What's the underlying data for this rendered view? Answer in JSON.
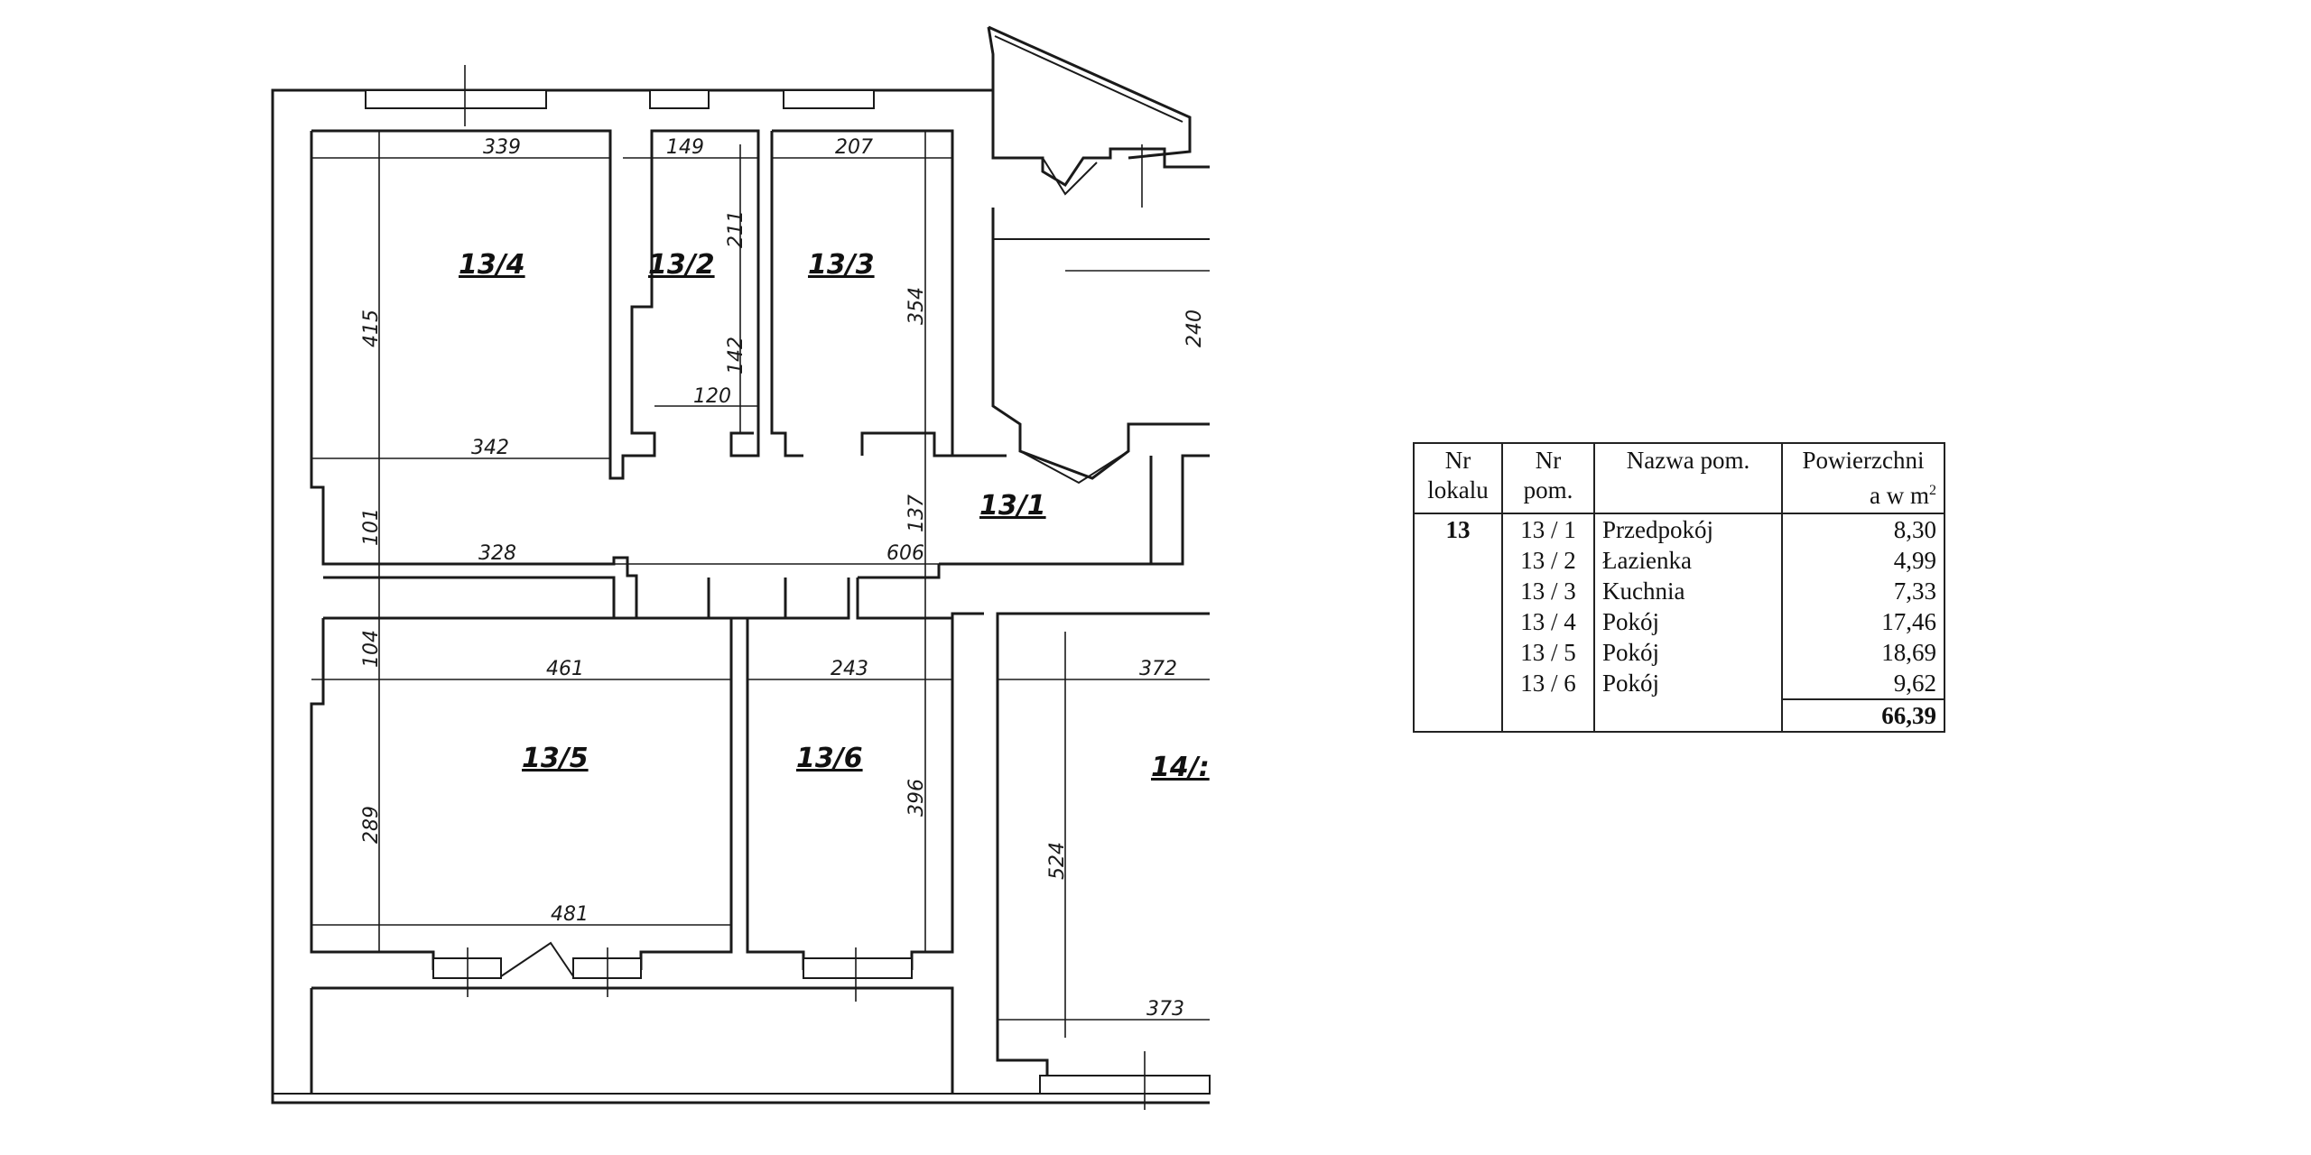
{
  "floor_plan": {
    "rooms": [
      {
        "id": "13/4",
        "label": "13/4"
      },
      {
        "id": "13/2",
        "label": "13/2"
      },
      {
        "id": "13/3",
        "label": "13/3"
      },
      {
        "id": "13/1",
        "label": "13/1"
      },
      {
        "id": "13/5",
        "label": "13/5"
      },
      {
        "id": "13/6",
        "label": "13/6"
      },
      {
        "id": "14",
        "label": "14/:"
      }
    ],
    "dimensions": [
      "339",
      "149",
      "207",
      "211",
      "415",
      "354",
      "142",
      "120",
      "240",
      "342",
      "137",
      "101",
      "328",
      "606",
      "104",
      "461",
      "243",
      "372",
      "289",
      "396",
      "524",
      "481",
      "373"
    ]
  },
  "table": {
    "headers": {
      "nr_lokalu_1": "Nr",
      "nr_lokalu_2": "lokalu",
      "nr_pom_1": "Nr",
      "nr_pom_2": "pom.",
      "nazwa": "Nazwa pom.",
      "pow_1": "Powierzchni",
      "pow_2": "a w m",
      "pow_sup": "2"
    },
    "lokal": "13",
    "rows": [
      {
        "nr": "13 / 1",
        "nazwa": "Przedpokój",
        "pow": "8,30"
      },
      {
        "nr": "13 / 2",
        "nazwa": "Łazienka",
        "pow": "4,99"
      },
      {
        "nr": "13 / 3",
        "nazwa": "Kuchnia",
        "pow": "7,33"
      },
      {
        "nr": "13 / 4",
        "nazwa": "Pokój",
        "pow": "17,46"
      },
      {
        "nr": "13 / 5",
        "nazwa": "Pokój",
        "pow": "18,69"
      },
      {
        "nr": "13 / 6",
        "nazwa": "Pokój",
        "pow": "9,62"
      }
    ],
    "total": "66,39"
  }
}
